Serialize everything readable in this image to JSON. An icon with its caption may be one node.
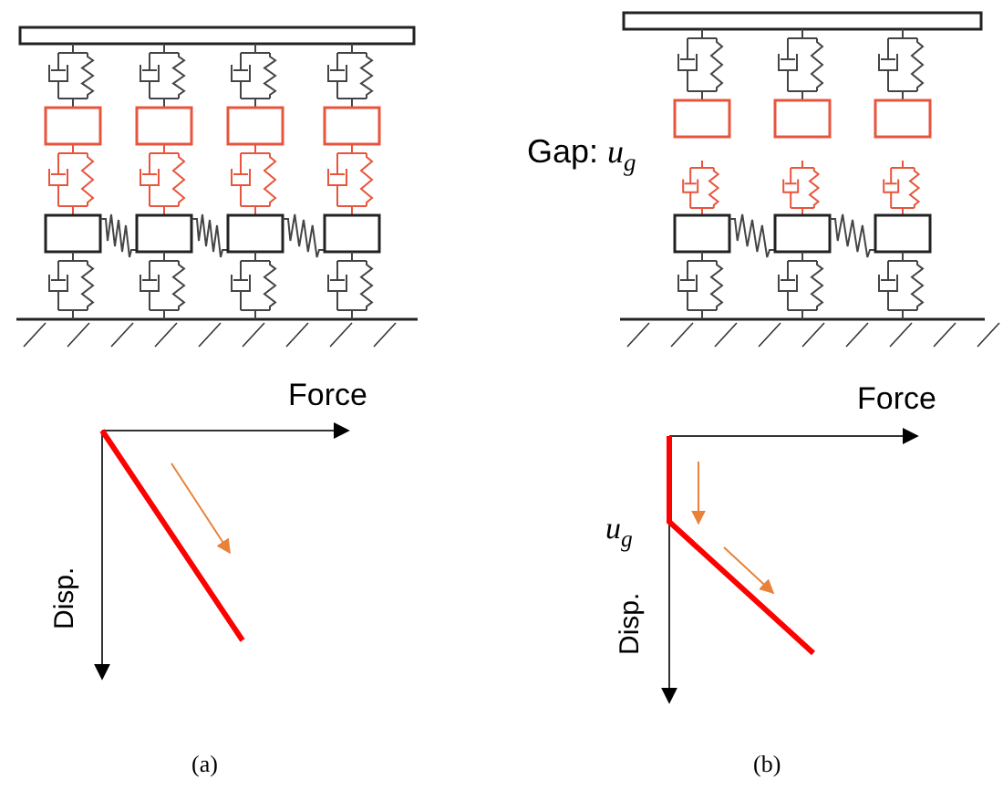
{
  "diagram": {
    "labels": [
      "Gap: *u*$_{g}$",
      "Force",
      "Force",
      "*u*$_{g}$",
      "Disp.",
      "Disp.",
      "(a)",
      "(b)"
    ]
  }
}
